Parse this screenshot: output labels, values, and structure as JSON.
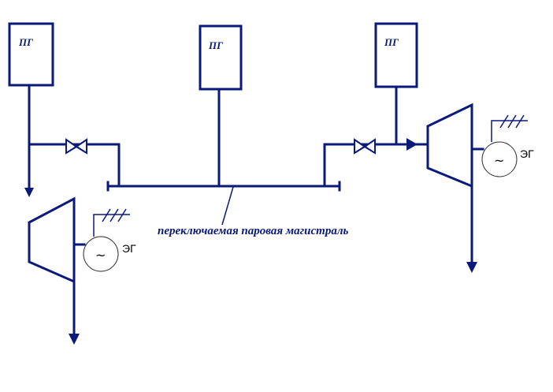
{
  "boiler_label": "ПГ",
  "generator_label": "ЭГ",
  "generator_symbol": "~",
  "header_caption": "переключаемая паровая магистраль",
  "colors": {
    "pipe": "#0a1a7a",
    "background": "#ffffff"
  }
}
